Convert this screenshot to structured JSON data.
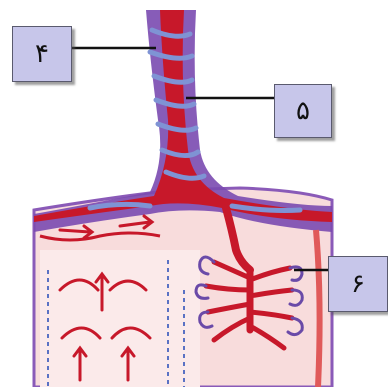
{
  "labels": [
    {
      "id": "4",
      "text": "۴"
    },
    {
      "id": "5",
      "text": "۵"
    },
    {
      "id": "6",
      "text": "۶"
    }
  ],
  "colors": {
    "artery": "#c7182a",
    "artery_light": "#e46a6a",
    "vein": "#6f82c8",
    "outline": "#6a4aa8",
    "tissue": "#f7d9d9",
    "label_fill": "#c7c6ea",
    "leader": "#111111"
  }
}
